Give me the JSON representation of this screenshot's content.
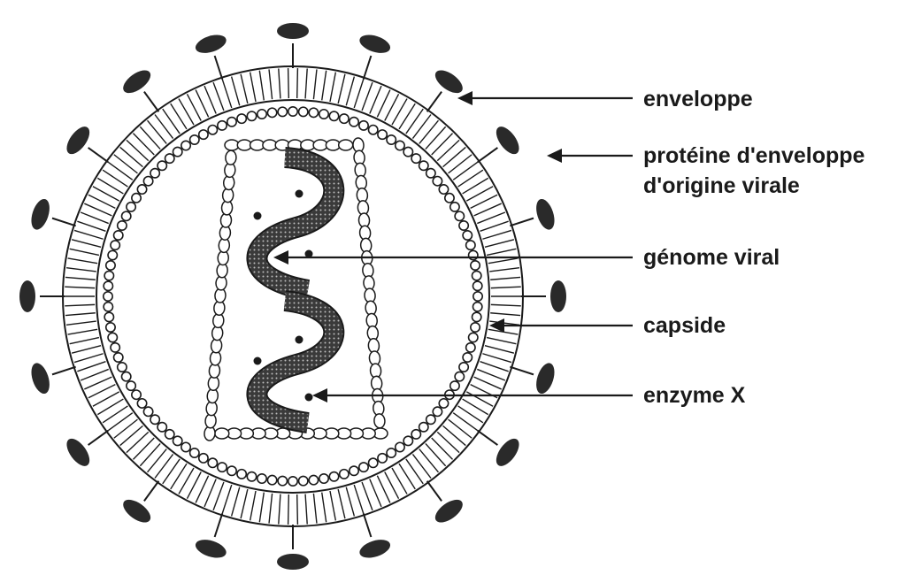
{
  "labels": {
    "enveloppe": "enveloppe",
    "proteine_line1": "protéine d'enveloppe",
    "proteine_line2": "d'origine virale",
    "genome": "génome viral",
    "capside": "capside",
    "enzyme": "enzyme X"
  },
  "colors": {
    "ink": "#1a1a1a",
    "paper": "#ffffff",
    "genome_fill": "#555555"
  }
}
